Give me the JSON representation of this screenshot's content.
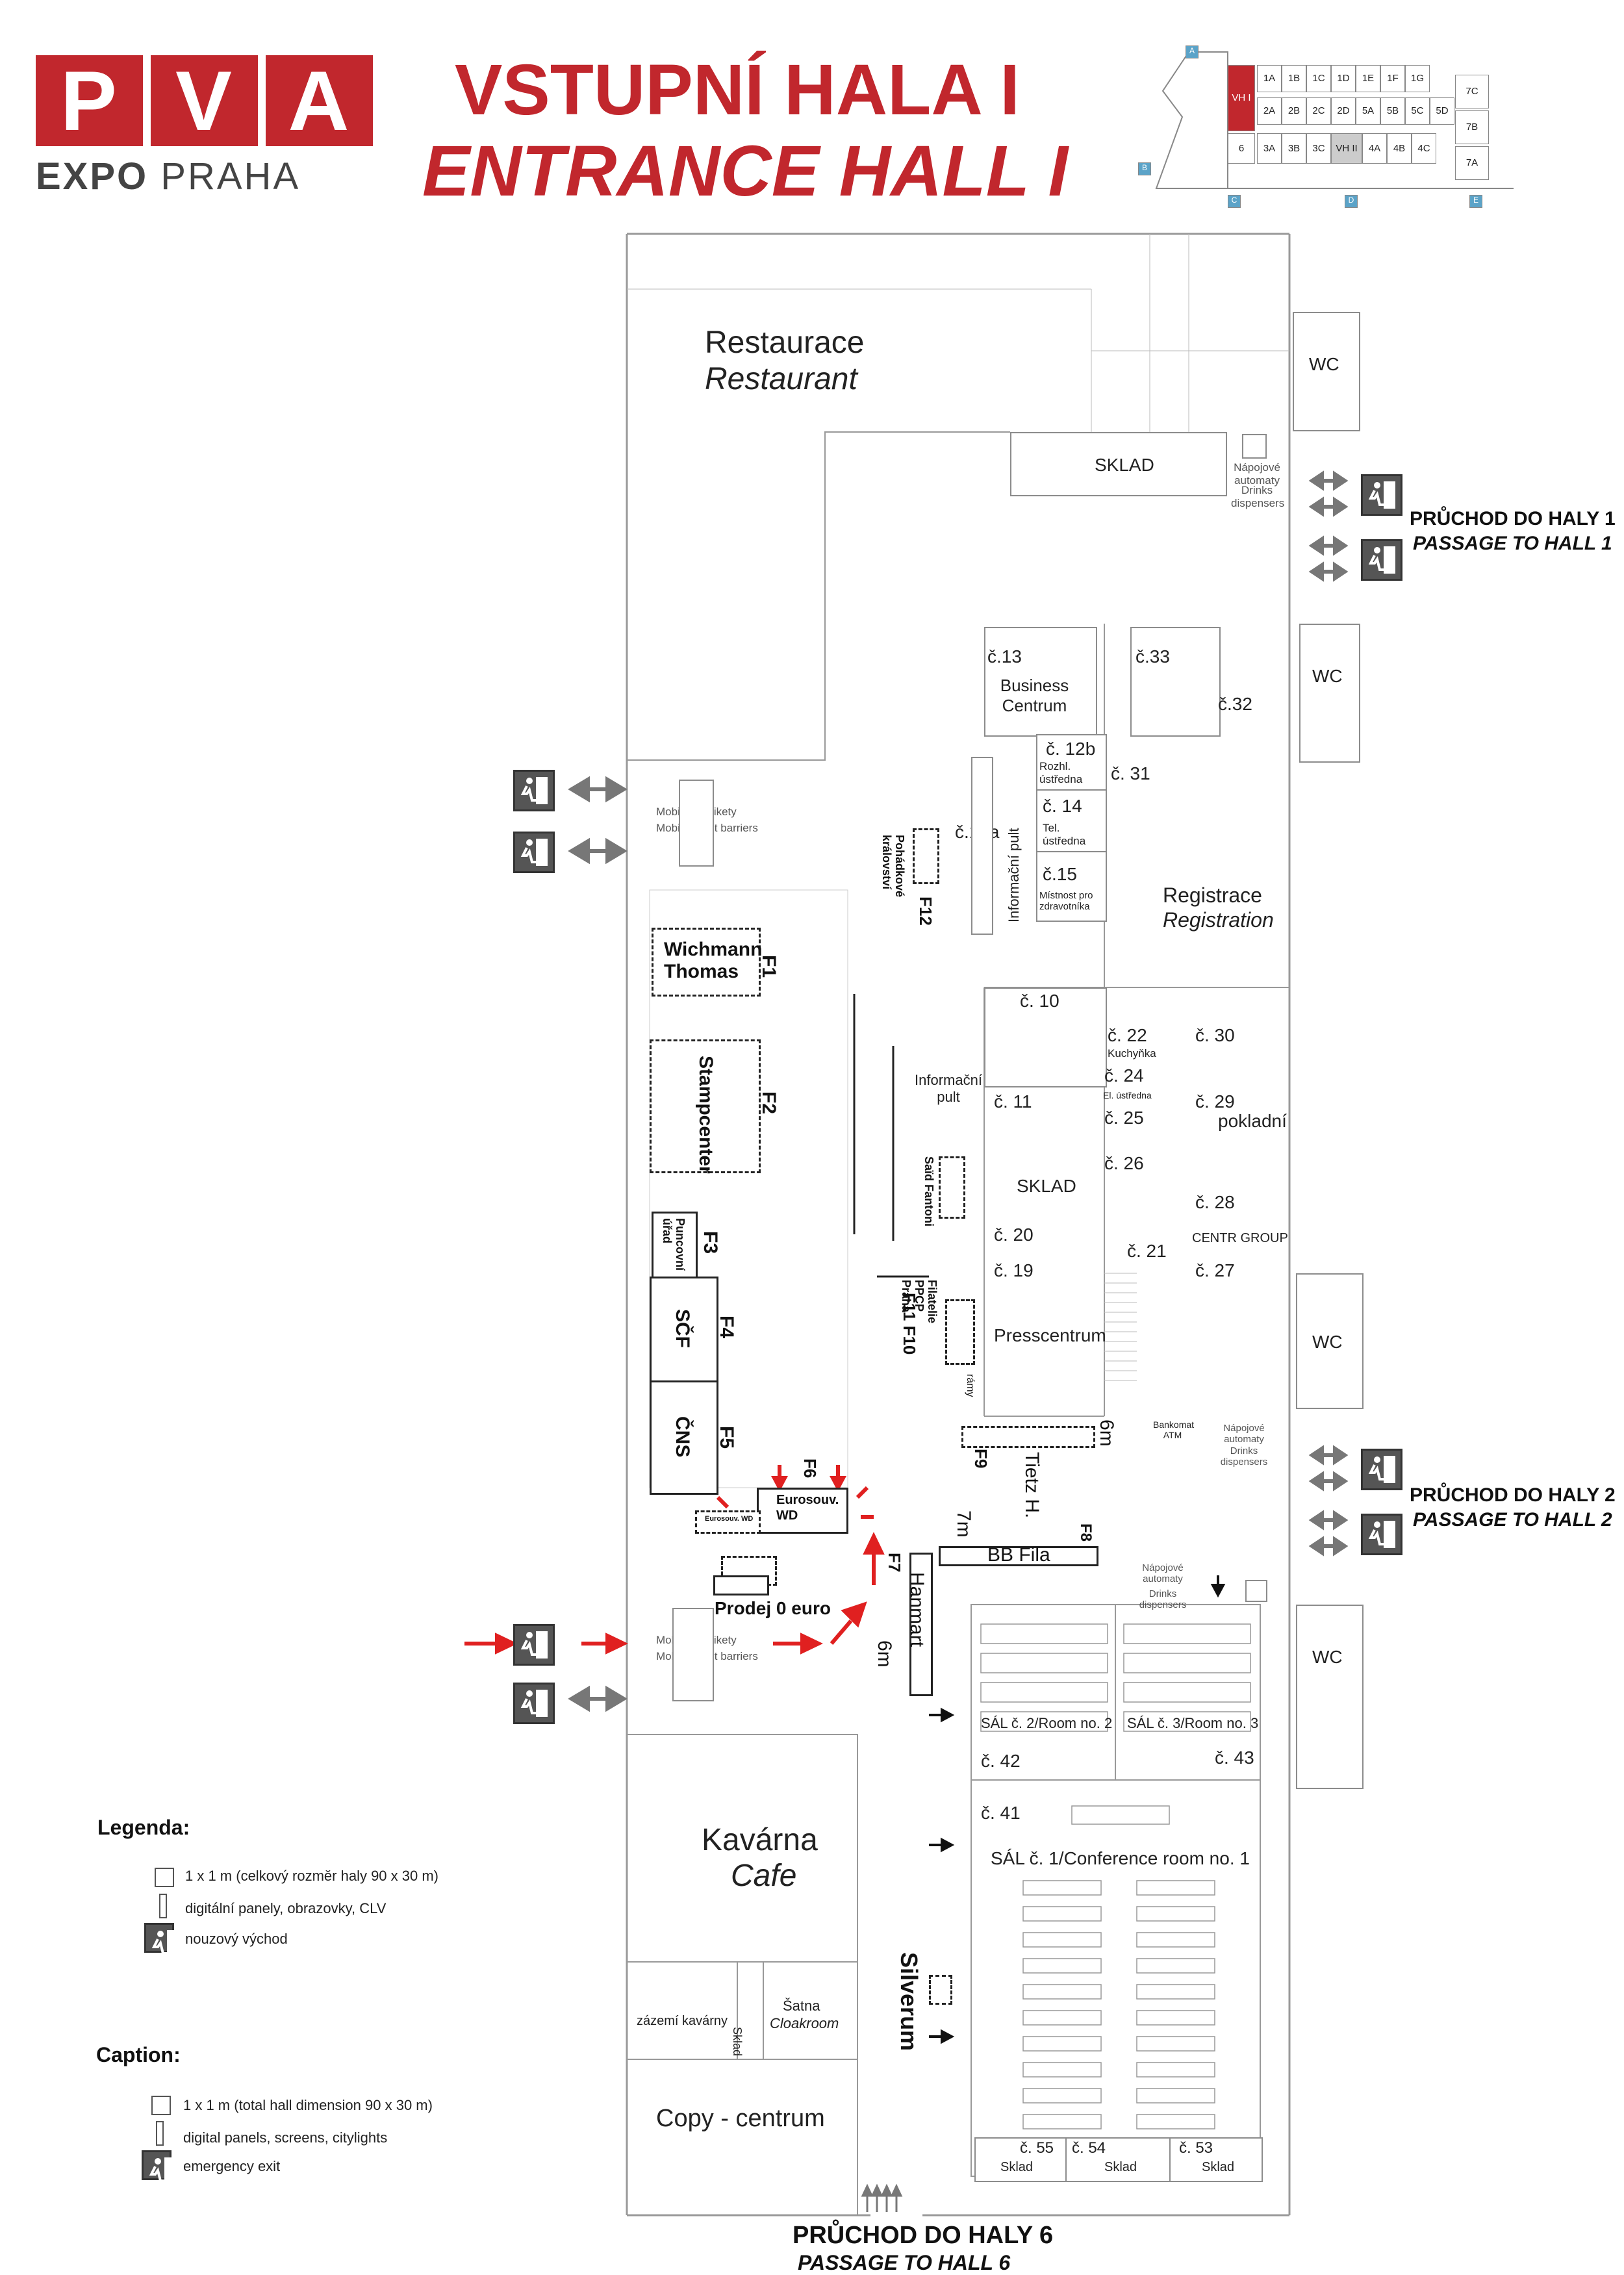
{
  "logo": {
    "letters": [
      "P",
      "V",
      "A"
    ],
    "sub_bold": "EXPO",
    "sub_rest": "PRAHA"
  },
  "title": {
    "cz": "VSTUPNÍ HALA I",
    "en": "ENTRANCE HALL I"
  },
  "minimap": {
    "gates": [
      "A",
      "B",
      "C",
      "D",
      "E"
    ],
    "row1": [
      "VH I",
      "1A",
      "1B",
      "1C",
      "1D",
      "1E",
      "1F",
      "1G",
      "7C"
    ],
    "row2": [
      "2A",
      "2B",
      "2C",
      "2D",
      "5A",
      "5B",
      "5C",
      "5D",
      "7B"
    ],
    "row3": [
      "6",
      "3A",
      "3B",
      "3C",
      "VH II",
      "4A",
      "4B",
      "4C",
      "7A"
    ]
  },
  "rooms": {
    "restaurant_cz": "Restaurace",
    "restaurant_en": "Restaurant",
    "sklad": "SKLAD",
    "drinks_cz": "Nápojové automaty",
    "drinks_en": "Drinks dispensers",
    "wc": "WC",
    "c13": "č.13",
    "business": "Business Centrum",
    "c33": "č.33",
    "c32": "č.32",
    "c12b": "č. 12b",
    "rozhl": "Rozhl. ústředna",
    "c31": "č. 31",
    "c14": "č. 14",
    "tel": "Tel. ústředna",
    "c15": "č.15",
    "zdrav": "Místnost pro zdravotníka",
    "c12a": "č.12a",
    "info_pult": "Informační pult",
    "registrace_cz": "Registrace",
    "registrace_en": "Registration",
    "c10": "č. 10",
    "c22": "č. 22",
    "kuchynka": "Kuchyňka",
    "c30": "č. 30",
    "c24": "č. 24",
    "el_ustredna": "El. ústředna",
    "c11": "č. 11",
    "c25": "č. 25",
    "c29": "č. 29",
    "pokladni": "pokladní",
    "c26": "č. 26",
    "sklad2": "SKLAD",
    "c28": "č. 28",
    "c20": "č. 20",
    "c21": "č. 21",
    "centr": "CENTR GROUP",
    "c19": "č. 19",
    "c27": "č. 27",
    "presscentrum": "Presscentrum",
    "bankomat": "Bankomat ATM",
    "c42": "č. 42",
    "c43": "č. 43",
    "sal2": "SÁL č. 2/Room no. 2",
    "sal3": "SÁL č. 3/Room no. 3",
    "c41": "č. 41",
    "sal1": "SÁL č. 1/Conference room no. 1",
    "c55": "č. 55",
    "c54": "č. 54",
    "c53": "č. 53",
    "sklad_small": "Sklad",
    "kavarna_cz": "Kavárna",
    "kavarna_en": "Cafe",
    "zazemi": "zázemí kavárny",
    "sklad_v": "Sklad",
    "satna_cz": "Šatna",
    "satna_en": "Cloakroom",
    "copy": "Copy - centrum",
    "turnstiles_cz": "Mobilní turnikety",
    "turnstiles_en": "Mobile ticket barriers"
  },
  "booths": {
    "wichmann": "Wichmann Thomas",
    "f1": "F1",
    "stampcenter": "Stampcenter",
    "f2": "F2",
    "puncovni": "Puncovní úřad",
    "f3": "F3",
    "scf": "SČF",
    "f4": "F4",
    "cns": "ČNS",
    "f5": "F5",
    "f6": "F6",
    "eurosouv": "Eurosouv. WD",
    "eurosouv_small": "Eurosouv. WD",
    "prodej": "Prodej 0 euro",
    "pohadkove": "Pohádkové království",
    "f12": "F12",
    "said": "Saïd Fantoni",
    "filatelie": "Filatelie PPCP Praha",
    "f11f10": "F11 F10",
    "ramy": "rámy",
    "f9": "F9",
    "tietz": "Tietz H.",
    "six_m": "6m",
    "f8": "F8",
    "seven_m": "7m",
    "bbfila": "BB Fila",
    "f7": "F7",
    "hanmart": "Hanmart",
    "six_m2": "6m",
    "silverum": "Silverum"
  },
  "passages": {
    "hall1_cz": "PRŮCHOD DO HALY 1",
    "hall1_en": "PASSAGE TO HALL 1",
    "hall2_cz": "PRŮCHOD DO HALY 2",
    "hall2_en": "PASSAGE TO HALL 2",
    "hall6_cz": "PRŮCHOD DO HALY 6",
    "hall6_en": "PASSAGE TO HALL 6"
  },
  "legend": {
    "heading_cz": "Legenda:",
    "cz": [
      "1 x 1 m (celkový rozměr haly 90 x 30 m)",
      "digitální panely, obrazovky, CLV",
      "nouzový východ"
    ],
    "heading_en": "Caption:",
    "en": [
      "1 x 1 m (total hall dimension 90 x 30 m)",
      "digital panels, screens, citylights",
      "emergency exit"
    ]
  },
  "colors": {
    "brand": "#c1272d",
    "arrow": "#e02020",
    "exit": "#555555"
  }
}
